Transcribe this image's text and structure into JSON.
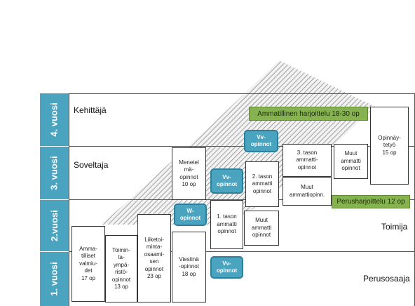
{
  "years": [
    {
      "label": "4. vuosi",
      "level": "Kehittäjä"
    },
    {
      "label": "3. vuosi",
      "level": "Soveltaja"
    },
    {
      "label": "2.vuosi",
      "level": "Toimija"
    },
    {
      "label": "1. vuosi",
      "level": "Perusosaaja"
    }
  ],
  "boxes": {
    "ammatilliset": "Amma-\ntilliset\nvalmiu-\ndet\n17 op",
    "toimintaymparisto": "Toimin-\nta-\nympä-\nristö-\nopinnot\n13 op",
    "liiketoiminta": "Liiketoi-\nminta-\nosaami-\nsen\nopinnot\n23 op",
    "viestinta": "Viestinä\n-opinnot\n18 op",
    "menetelma": "Menetel\nmä-\nopinnot\n10 op",
    "tason1": "1. tason\nammatti\nopinnot",
    "muut2": "Muut\nammatti\nopinnot",
    "tason2": "2. tason\nammatti\nopinnot",
    "tason3": "3. tason\nammatti-\nopinnot",
    "muutammattiopinn": "Muut\nammattiopinn.",
    "muut4": "Muut\nammatti\nopinnot",
    "opinnayte": "Opinnäy-\ntetyö\n15 op"
  },
  "vv": {
    "y1": "Vv-\nopinnot",
    "y2": "W-\nopinnot",
    "y3": "Vv-\nopinnot",
    "y4": "Vv-\nopinnot"
  },
  "practice": {
    "ammatillinen": "Ammatillinen harjoittelu 18-30 op",
    "perus": "Perusharjoittelu 12 op"
  }
}
